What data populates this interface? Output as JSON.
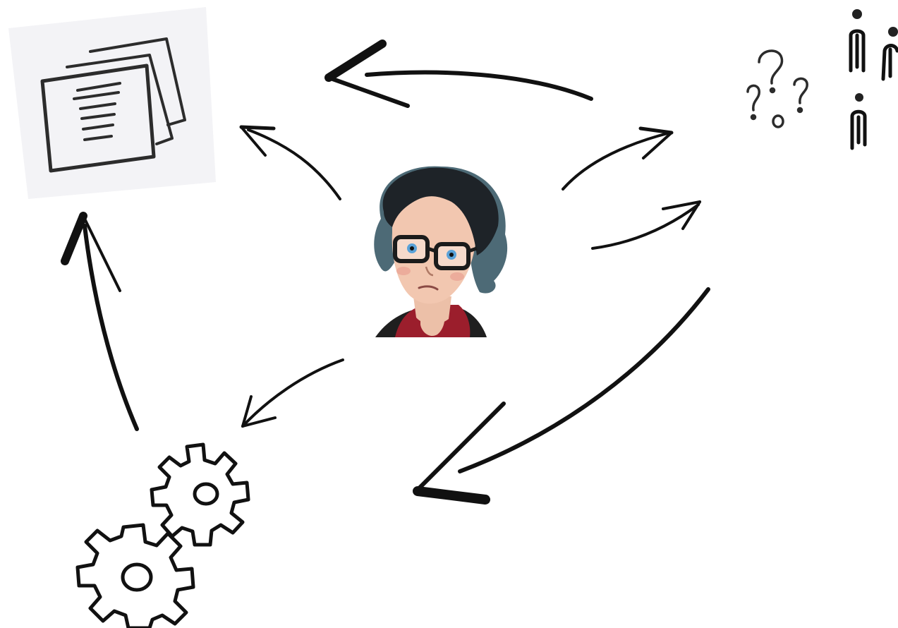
{
  "canvas": {
    "background": "#ffffff"
  },
  "colors": {
    "ink": "#111111",
    "paper": "#f4f4f7",
    "paper_shadow": "#e9e9ef",
    "hair_dark": "#1e2328",
    "hair_teal": "#5f7f8a",
    "skin": "#f2c7b0",
    "scarf": "#9b1e2c",
    "eyes": "#5aa2d8"
  },
  "icons": {
    "documents": "documents-stack-icon",
    "people": "people-with-questions-icon",
    "gears": "gears-icon",
    "avatar": "person-avatar"
  },
  "arrows": [
    "people-to-documents",
    "center-to-documents",
    "center-to-people",
    "center-to-people-lower",
    "center-to-gears",
    "people-to-bottom",
    "gears-to-documents"
  ]
}
